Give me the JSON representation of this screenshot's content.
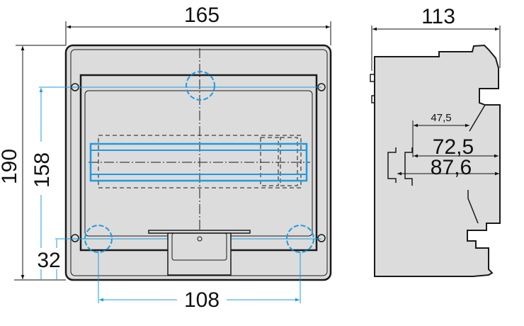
{
  "title": "Enclosure dimension drawing",
  "front_view": {
    "width_label": "165",
    "height_label": "190",
    "mount_vertical_label": "158",
    "mount_bottom_offset_label": "32",
    "mount_horizontal_label": "108"
  },
  "side_view": {
    "depth_label": "113",
    "rail_depth_1_label": "47,5",
    "rail_depth_2_label": "72,5",
    "rail_depth_3_label": "87,6"
  },
  "colors": {
    "body": "#dcdcdc",
    "line": "#1a1a1a",
    "accent": "#1e9be0"
  }
}
